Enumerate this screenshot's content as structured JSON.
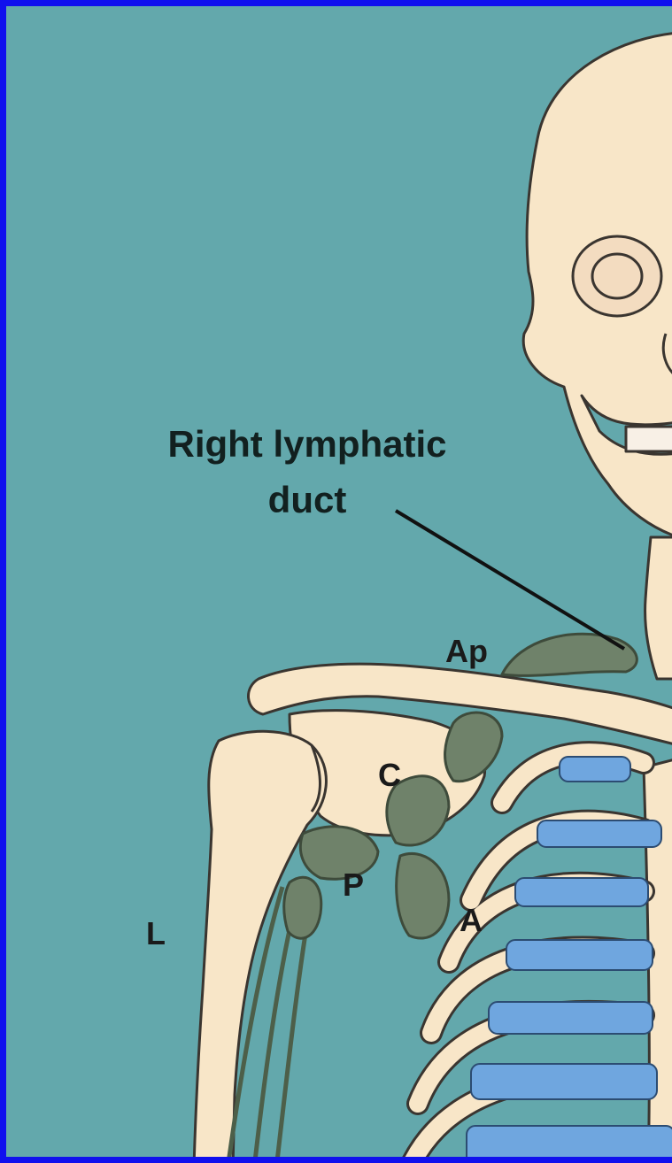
{
  "title": {
    "line1": "Right lymphatic",
    "line2": "duct"
  },
  "labels": {
    "ap": "Ap",
    "c": "C",
    "p": "P",
    "a": "A",
    "l": "L"
  },
  "colors": {
    "background": "#63a8ac",
    "border": "#1010ee",
    "bone": "#f8e6c8",
    "cartilage": "#6fa6df",
    "lymph_nodes": "#6f826a"
  }
}
